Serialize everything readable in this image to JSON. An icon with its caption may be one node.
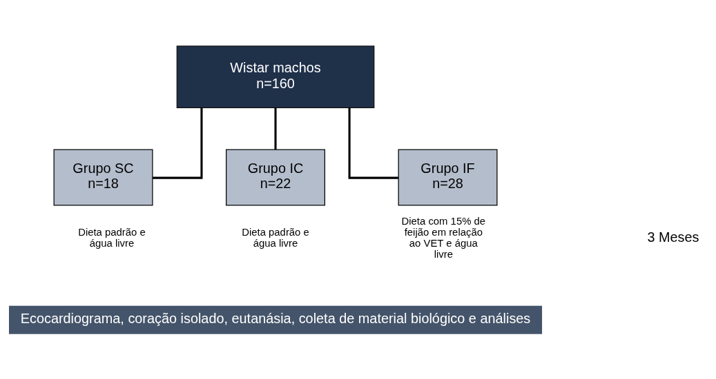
{
  "diagram": {
    "nodes": [
      {
        "text": [
          "Wistar machos",
          "n=160"
        ]
      },
      {
        "text": [
          "Grupo SC",
          "n=18"
        ],
        "beside": [
          "Dieta padrão e água livre"
        ]
      },
      {
        "text": [
          "Grupo IC",
          "n=22"
        ],
        "beside": [
          "Dieta padrão e água livre"
        ]
      },
      {
        "text": [
          "Grupo IF",
          "n=28"
        ],
        "beside": [
          "Dieta com 15% de feijão em relação ao VET e água livre"
        ]
      },
      {
        "text": [
          "Ecocardiograma, coração isolado, eutanásia, coleta de material biológico e análises"
        ]
      }
    ],
    "edges": [
      {
        "from": 0,
        "to": 1,
        "arrow": "none"
      },
      {
        "from": 0,
        "to": 2,
        "arrow": "none"
      },
      {
        "from": 0,
        "to": 3,
        "arrow": "none"
      }
    ],
    "labels": [
      "3 Meses"
    ]
  }
}
